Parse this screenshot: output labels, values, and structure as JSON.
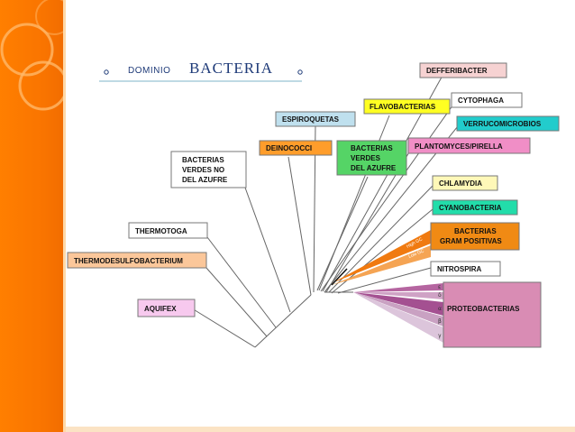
{
  "title": {
    "prefix": "DOMINIO",
    "main": "BACTERIA"
  },
  "groups": {
    "defferibacter": "DEFFERIBACTER",
    "cytophaga": "CYTOPHAGA",
    "flavobacterias": "FLAVOBACTERIAS",
    "verrucomicrobios": "VERRUCOMICROBIOS",
    "espiroquetas": "ESPIROQUETAS",
    "plantomyces": "PLANTOMYCES/PIRELLA",
    "deinococci": "DEINOCOCCI",
    "bacterias_verdes": [
      "BACTERIAS",
      "VERDES",
      "DEL AZUFRE"
    ],
    "bacterias_verdes_no": [
      "BACTERIAS",
      "VERDES NO",
      "DEL AZUFRE"
    ],
    "chlamydia": "CHLAMYDIA",
    "cyanobacteria": "CYANOBACTERIA",
    "gram_positivas": [
      "BACTERIAS",
      "GRAM POSITIVAS"
    ],
    "thermotoga": "THERMOTOGA",
    "thermodesulfobacterium": "THERMODESULFOBACTERIUM",
    "nitrospira": "NITROSPIRA",
    "proteobacterias": "PROTEOBACTERIAS",
    "aquifex": "AQUIFEX"
  },
  "gc_labels": {
    "high": "High GC",
    "low": "Low GC"
  },
  "proteo_subclasses": [
    "ε",
    "δ",
    "α",
    "β",
    "γ"
  ],
  "colors": {
    "sidebar": "#ff7f00",
    "title": "#1e3a78",
    "defferibacter": "#f6d2d2",
    "flavobacterias": "#ffff22",
    "verrucomicrobios": "#22cccc",
    "espiroquetas": "#bfe0ee",
    "plantomyces": "#f08ec6",
    "deinococci": "#ff9d2b",
    "bacterias_verdes": "#55d466",
    "chlamydia": "#fff8b8",
    "cyanobacteria": "#22ddaa",
    "gram_positivas": "#f08a14",
    "thermodesulfobacterium": "#fbc79a",
    "proteobacterias": "#d98cb4",
    "aquifex": "#f7c9ee"
  }
}
